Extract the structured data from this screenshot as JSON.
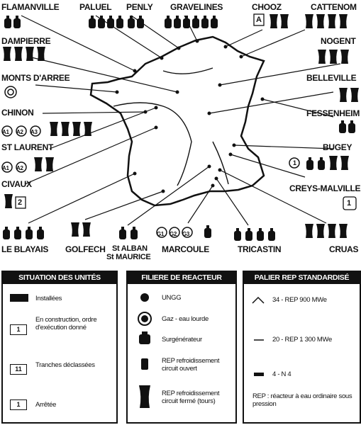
{
  "plants_top": [
    "FLAMANVILLE",
    "PALUEL",
    "PENLY",
    "GRAVELINES",
    "CHOOZ",
    "CATTENOM"
  ],
  "plants_left": [
    "DAMPIERRE",
    "MONTS D'ARREE",
    "CHINON",
    "ST LAURENT",
    "CIVAUX"
  ],
  "plants_right": [
    "NOGENT",
    "BELLEVILLE",
    "FESSENHEIM",
    "BUGEY",
    "CREYS-MALVILLE"
  ],
  "plants_bottom": [
    "LE BLAYAIS",
    "GOLFECH",
    "St ALBAN",
    "St MAURICE",
    "MARCOULE",
    "TRICASTIN",
    "CRUAS"
  ],
  "reactor_labels": {
    "chooz_a": "A",
    "chinon": [
      "A1",
      "A2",
      "A3"
    ],
    "st_laurent": [
      "A1",
      "A2"
    ],
    "civaux_count": "2",
    "bugey": "1",
    "creys_count": "1",
    "marcoule": [
      "G1",
      "G2",
      "G3"
    ]
  },
  "legend_status": {
    "title": "SITUATION DES UNITÉS",
    "items": [
      {
        "badge": "",
        "text": "Installées"
      },
      {
        "badge": "1",
        "text": "En construction, ordre d'exécution donné"
      },
      {
        "badge": "11",
        "text": "Tranches déclassées"
      },
      {
        "badge": "1",
        "text": "Arrêtée"
      }
    ]
  },
  "legend_filiere": {
    "title": "FILIERE DE REACTEUR",
    "items": [
      {
        "text": "UNGG"
      },
      {
        "text": "Gaz - eau lourde"
      },
      {
        "text": "Surgénérateur"
      },
      {
        "text": "REP refroidissement circuit ouvert"
      },
      {
        "text": "REP refroidissement circuit fermé (tours)"
      }
    ]
  },
  "legend_palier": {
    "title": "PALIER REP STANDARDISÉ",
    "items": [
      {
        "text": "34 - REP 900 MWe"
      },
      {
        "text": "20 - REP 1 300 MWe"
      },
      {
        "text": "4 - N 4"
      }
    ],
    "note": "REP : réacteur à eau ordinaire sous pression"
  }
}
